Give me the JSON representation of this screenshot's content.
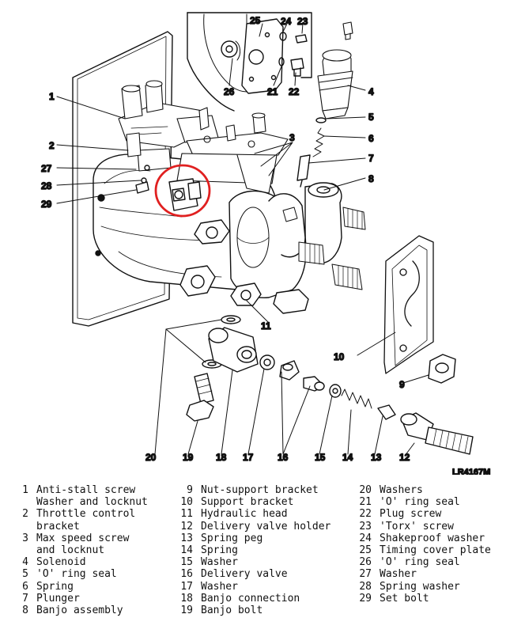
{
  "diagram": {
    "callouts": [
      "1",
      "2",
      "3",
      "4",
      "5",
      "6",
      "7",
      "8",
      "9",
      "10",
      "11",
      "12",
      "13",
      "14",
      "15",
      "16",
      "17",
      "18",
      "19",
      "20",
      "21",
      "22",
      "23",
      "24",
      "25",
      "26",
      "27",
      "28",
      "29"
    ],
    "figure_code": "LR4167M"
  },
  "legend": {
    "col1": [
      {
        "num": "1",
        "text": "Anti-stall screw"
      },
      {
        "num": "",
        "text": "Washer and locknut"
      },
      {
        "num": "2",
        "text": "Throttle control"
      },
      {
        "num": "",
        "text": "bracket"
      },
      {
        "num": "3",
        "text": "Max speed screw"
      },
      {
        "num": "",
        "text": "and locknut"
      },
      {
        "num": "4",
        "text": "Solenoid"
      },
      {
        "num": "5",
        "text": "'O' ring seal"
      },
      {
        "num": "6",
        "text": "Spring"
      },
      {
        "num": "7",
        "text": "Plunger"
      },
      {
        "num": "8",
        "text": "Banjo assembly"
      }
    ],
    "col2": [
      {
        "num": "9",
        "text": "Nut-support bracket"
      },
      {
        "num": "10",
        "text": "Support bracket"
      },
      {
        "num": "11",
        "text": "Hydraulic head"
      },
      {
        "num": "12",
        "text": "Delivery valve holder"
      },
      {
        "num": "13",
        "text": "Spring peg"
      },
      {
        "num": "14",
        "text": "Spring"
      },
      {
        "num": "15",
        "text": "Washer"
      },
      {
        "num": "16",
        "text": "Delivery valve"
      },
      {
        "num": "17",
        "text": "Washer"
      },
      {
        "num": "18",
        "text": "Banjo connection"
      },
      {
        "num": "19",
        "text": "Banjo bolt"
      }
    ],
    "col3": [
      {
        "num": "20",
        "text": "Washers"
      },
      {
        "num": "21",
        "text": "'O' ring seal"
      },
      {
        "num": "22",
        "text": "Plug screw"
      },
      {
        "num": "23",
        "text": "'Torx' screw"
      },
      {
        "num": "24",
        "text": "Shakeproof washer"
      },
      {
        "num": "25",
        "text": "Timing cover plate"
      },
      {
        "num": "26",
        "text": "'O' ring seal"
      },
      {
        "num": "27",
        "text": "Washer"
      },
      {
        "num": "28",
        "text": "Spring washer"
      },
      {
        "num": "29",
        "text": "Set bolt"
      }
    ]
  }
}
